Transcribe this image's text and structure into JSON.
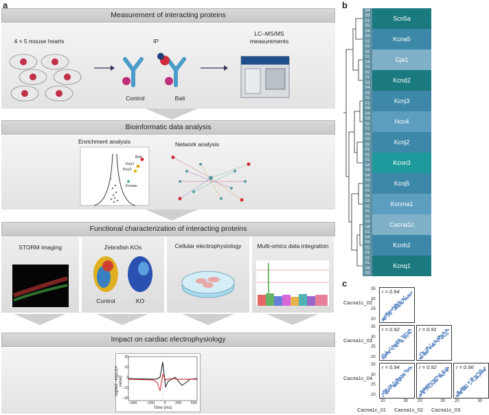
{
  "panels": {
    "a": "a",
    "b": "b",
    "c": "c"
  },
  "sections": {
    "measurement": "Measurement of interacting proteins",
    "bioinformatic": "Bioinformatic data analysis",
    "functional": "Functional characterization of interacting proteins",
    "impact": "Impact on cardiac electrophysiology"
  },
  "measurement": {
    "hearts_label": "4 × 5 mouse hearts",
    "ip_label": "IP",
    "lcms_label": "LC–MS/MS measurements",
    "control_label": "Control",
    "bait_label": "Bait"
  },
  "bioinfo": {
    "enrichment_label": "Enrichment analysis",
    "network_label": "Network analysis",
    "points": [
      "Bait",
      "Key1",
      "Key2",
      "Known"
    ]
  },
  "functional": {
    "storm": "STORM imaging",
    "zebrafish": "Zebrafish KOs",
    "cellular": "Cellular electrophysiology",
    "multiomics": "Multi-omics data integration",
    "control": "Control",
    "ko": "KO"
  },
  "impact_chart": {
    "ylabel": "Signed −log10(P value)",
    "xlabel": "Time (ms)",
    "xticks": [
      "−500",
      "−250",
      "0",
      "250",
      "500"
    ],
    "yticks": [
      "20",
      "10",
      "0",
      "−10",
      "−20"
    ]
  },
  "dendrogram": {
    "genes": [
      {
        "name": "Scn5a",
        "reps": [
          "04",
          "03",
          "01",
          "02"
        ],
        "color": "#1a7a80"
      },
      {
        "name": "Kcna5",
        "reps": [
          "04",
          "03",
          "01",
          "02"
        ],
        "color": "#3d88a8"
      },
      {
        "name": "Gja1",
        "reps": [
          "02",
          "01",
          "04",
          "03"
        ],
        "color": "#7fb0c8"
      },
      {
        "name": "Kcnd2",
        "reps": [
          "02",
          "01",
          "03",
          "04"
        ],
        "color": "#1a7a80"
      },
      {
        "name": "Kcnj3",
        "reps": [
          "03",
          "02",
          "01",
          "04"
        ],
        "color": "#3d88a8"
      },
      {
        "name": "Hcn4",
        "reps": [
          "04",
          "03",
          "02",
          "01"
        ],
        "color": "#5d9ec0"
      },
      {
        "name": "Kcnj2",
        "reps": [
          "04",
          "03",
          "02",
          "01"
        ],
        "color": "#3d88a8"
      },
      {
        "name": "Kcnn3",
        "reps": [
          "02",
          "01",
          "04",
          "03"
        ],
        "color": "#1e9a9c"
      },
      {
        "name": "Kcnj5",
        "reps": [
          "04",
          "03",
          "02",
          "01"
        ],
        "color": "#3d88a8"
      },
      {
        "name": "Kcnma1",
        "reps": [
          "04",
          "03",
          "02",
          "01"
        ],
        "color": "#5d9ec0"
      },
      {
        "name": "Cacna1c",
        "reps": [
          "02",
          "03",
          "04",
          "01"
        ],
        "color": "#7fb0c8"
      },
      {
        "name": "Kcnh2",
        "reps": [
          "04",
          "03",
          "02",
          "01"
        ],
        "color": "#3d88a8"
      },
      {
        "name": "Kcnq1",
        "reps": [
          "02",
          "01",
          "04",
          "03"
        ],
        "color": "#1a7a80"
      }
    ]
  },
  "scatter": {
    "row_labels": [
      "Cacna1c_02",
      "Cacna1c_03",
      "Cacna1c_04"
    ],
    "col_labels": [
      "Cacna1c_01",
      "Cacna1c_02",
      "Cacna1c_03"
    ],
    "r_values": [
      [
        "r = 0.94"
      ],
      [
        "r = 0.92",
        "r = 0.91"
      ],
      [
        "r = 0.94",
        "r = 0.92",
        "r = 0.96"
      ]
    ],
    "yticks": [
      "35",
      "30",
      "25",
      "20"
    ],
    "xticks": [
      "20",
      "30"
    ]
  }
}
